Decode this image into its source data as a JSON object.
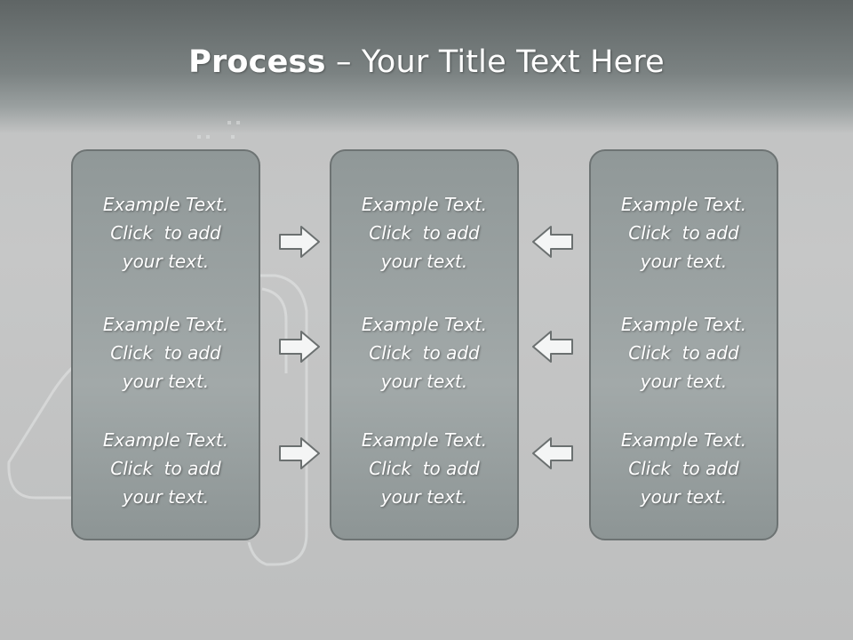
{
  "slide": {
    "title_bold": "Process",
    "title_rest": " – Your Title Text Here"
  },
  "columns": [
    {
      "blocks": [
        {
          "line1": "Example Text.",
          "line2": "Click  to add",
          "line3": "your text."
        },
        {
          "line1": "Example Text.",
          "line2": "Click  to add",
          "line3": "your text."
        },
        {
          "line1": "Example Text.",
          "line2": "Click  to add",
          "line3": "your text."
        }
      ]
    },
    {
      "blocks": [
        {
          "line1": "Example Text.",
          "line2": "Click  to add",
          "line3": "your text."
        },
        {
          "line1": "Example Text.",
          "line2": "Click  to add",
          "line3": "your text."
        },
        {
          "line1": "Example Text.",
          "line2": "Click  to add",
          "line3": "your text."
        }
      ]
    },
    {
      "blocks": [
        {
          "line1": "Example Text.",
          "line2": "Click  to add",
          "line3": "your text."
        },
        {
          "line1": "Example Text.",
          "line2": "Click  to add",
          "line3": "your text."
        },
        {
          "line1": "Example Text.",
          "line2": "Click  to add",
          "line3": "your text."
        }
      ]
    }
  ],
  "arrows": {
    "left_column": "right-arrow-icon",
    "right_column": "left-arrow-icon"
  },
  "colors": {
    "panel_fill": "#9ba2a2",
    "panel_border": "#6d7373",
    "title_band": "#6f7676",
    "text": "#ffffff"
  }
}
